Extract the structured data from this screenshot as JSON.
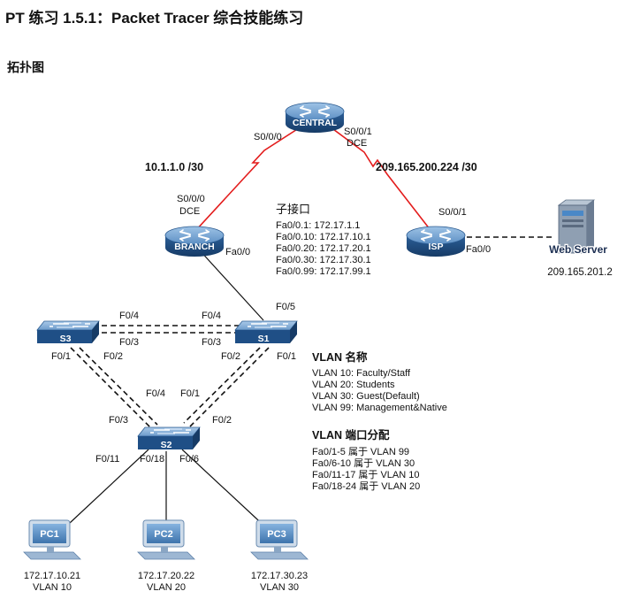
{
  "title": "PT 练习 1.5.1：Packet Tracer 综合技能练习",
  "section": "拓扑图",
  "colors": {
    "wan_link": "#e31c1c",
    "device_blue": "#1f4f86",
    "device_light": "#6f9cc8"
  },
  "devices": {
    "central": {
      "name": "CENTRAL",
      "icon": "router-icon"
    },
    "branch": {
      "name": "BRANCH",
      "icon": "router-icon"
    },
    "isp": {
      "name": "ISP",
      "icon": "router-icon"
    },
    "s1": {
      "name": "S1",
      "icon": "switch-icon"
    },
    "s2": {
      "name": "S2",
      "icon": "switch-icon"
    },
    "s3": {
      "name": "S3",
      "icon": "switch-icon"
    },
    "webserver": {
      "name": "Web Server",
      "ip": "209.165.201.2",
      "icon": "server-icon"
    },
    "pc1": {
      "name": "PC1",
      "ip": "172.17.10.21",
      "vlan": "VLAN 10",
      "icon": "pc-icon"
    },
    "pc2": {
      "name": "PC2",
      "ip": "172.17.20.22",
      "vlan": "VLAN 20",
      "icon": "pc-icon"
    },
    "pc3": {
      "name": "PC3",
      "ip": "172.17.30.23",
      "vlan": "VLAN 30",
      "icon": "pc-icon"
    }
  },
  "networks": {
    "branch_central": "10.1.1.0 /30",
    "central_isp": "209.165.200.224 /30"
  },
  "ports": {
    "central_s000": "S0/0/0",
    "central_s001": "S0/0/1",
    "central_dce": "DCE",
    "branch_s000": "S0/0/0",
    "branch_dce": "DCE",
    "branch_fa00": "Fa0/0",
    "isp_s001": "S0/0/1",
    "isp_fa00": "Fa0/0",
    "s1_f05": "F0/5",
    "s3_f04": "F0/4",
    "s1_f04": "F0/4",
    "s3_f03": "F0/3",
    "s1_f03": "F0/3",
    "s3_f01": "F0/1",
    "s3_f02": "F0/2",
    "s1_f02": "F0/2",
    "s1_f01": "F0/1",
    "s2_f04": "F0/4",
    "s2_f01": "F0/1",
    "s2_f03": "F0/3",
    "s2_f02": "F0/2",
    "s2_f011": "F0/11",
    "s2_f018": "F0/18",
    "s2_f06": "F0/6"
  },
  "subinterfaces": {
    "heading": "子接口",
    "lines": [
      "Fa0/0.1: 172.17.1.1",
      "Fa0/0.10: 172.17.10.1",
      "Fa0/0.20: 172.17.20.1",
      "Fa0/0.30: 172.17.30.1",
      "Fa0/0.99: 172.17.99.1"
    ]
  },
  "vlan_names": {
    "heading": "VLAN 名称",
    "lines": [
      "VLAN 10: Faculty/Staff",
      "VLAN 20: Students",
      "VLAN 30: Guest(Default)",
      "VLAN 99: Management&Native"
    ]
  },
  "vlan_ports": {
    "heading": "VLAN 端口分配",
    "lines": [
      "Fa0/1-5 属于 VLAN 99",
      "Fa0/6-10 属于 VLAN 30",
      "Fa0/11-17 属于 VLAN 10",
      "Fa0/18-24 属于 VLAN 20"
    ]
  }
}
